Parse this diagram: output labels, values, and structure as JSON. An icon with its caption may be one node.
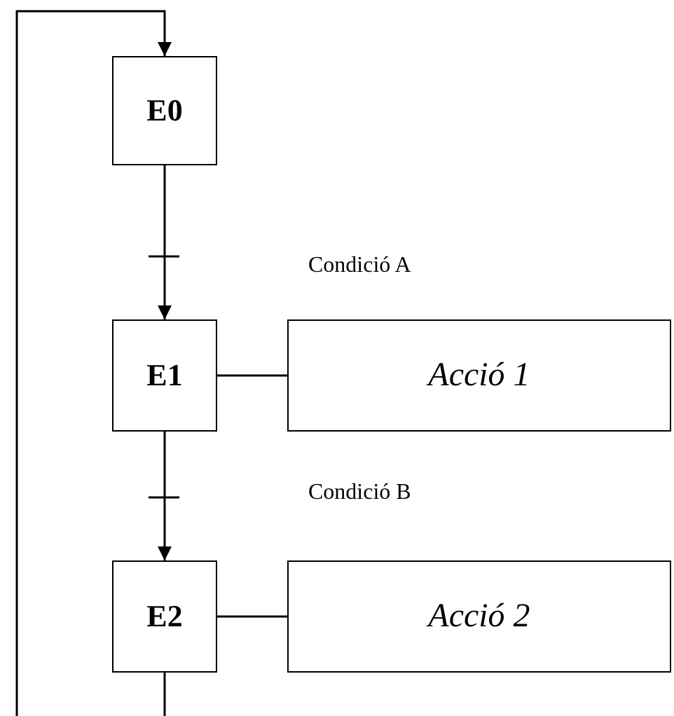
{
  "diagram": {
    "nodes": [
      {
        "text": [
          "E0"
        ]
      },
      {
        "text": [
          "E1"
        ]
      },
      {
        "text": [
          "Acció 1"
        ]
      },
      {
        "text": [
          "E2"
        ]
      },
      {
        "text": [
          "Acció 2"
        ]
      }
    ],
    "edges": [
      {
        "from": 0,
        "to": 1,
        "arrow": "to"
      },
      {
        "from": 1,
        "to": 2,
        "arrow": "none"
      },
      {
        "from": 1,
        "to": 3,
        "arrow": "to"
      },
      {
        "from": 3,
        "to": 4,
        "arrow": "none"
      },
      {
        "from": 3,
        "to": 0,
        "arrow": "to"
      }
    ],
    "labels": [
      "Condició A",
      "Condició B"
    ]
  }
}
